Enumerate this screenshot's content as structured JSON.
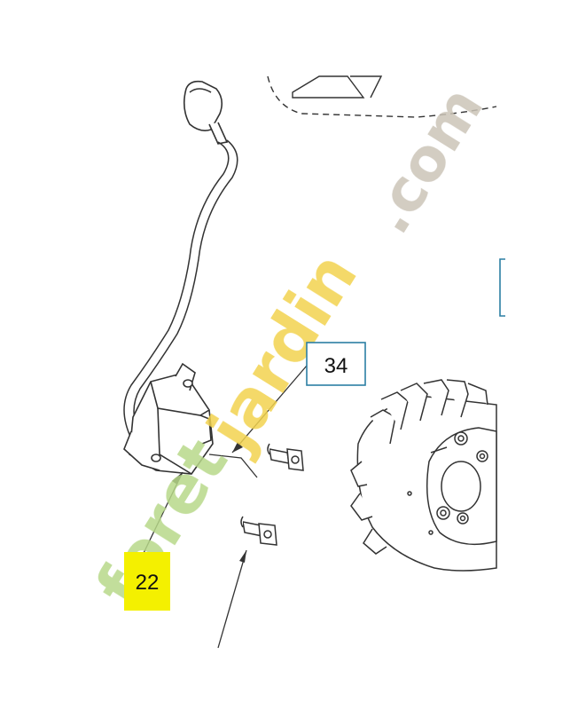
{
  "callouts": [
    {
      "number": "34",
      "style": "boxed"
    },
    {
      "number": "22",
      "style": "highlighted"
    }
  ],
  "watermark": {
    "text_green": "foret",
    "text_yellow": "jardin",
    "text_grey": ".com"
  },
  "colors": {
    "line": "#333333",
    "callout_box": "#2b7fa3",
    "highlight": "#f4f000",
    "watermark_green": "#b8d98a",
    "watermark_yellow": "#f2d34f",
    "watermark_grey": "#cbc4b8"
  },
  "parts": [
    "ignition-coil",
    "spark-plug-cap",
    "screw",
    "screw",
    "flywheel"
  ]
}
